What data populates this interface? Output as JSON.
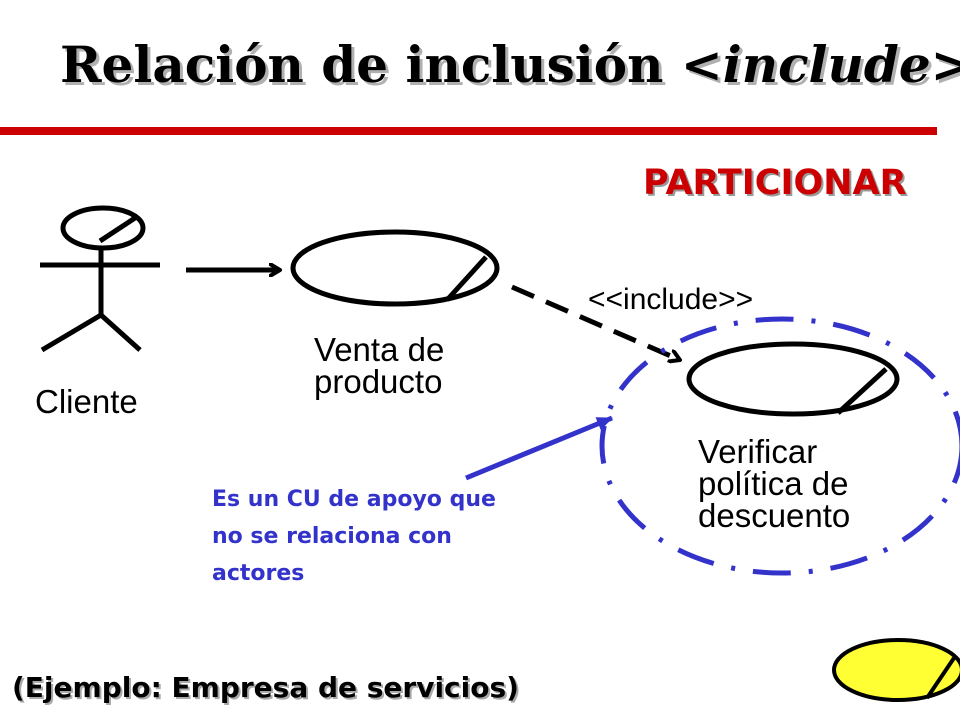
{
  "title": {
    "prefix": "Relación de inclusión ",
    "keyword": "<include>",
    "suffix": "."
  },
  "partition_label": "PARTICIONAR",
  "actor": {
    "label": "Cliente"
  },
  "use_cases": {
    "sale": {
      "line1": "Venta de",
      "line2": "producto"
    },
    "verify": {
      "line1": "Verificar",
      "line2": "política de",
      "line3": "descuento"
    }
  },
  "relation_label": "<<include>>",
  "note": {
    "line1": "Es un CU de apoyo que",
    "line2": "no se relaciona con",
    "line3": "actores"
  },
  "footer": "(Ejemplo: Empresa de servicios)",
  "colors": {
    "title_rule": "#cc0000",
    "partition": "#cc0000",
    "note": "#3333cc",
    "boundary": "#3333cc",
    "legend_fill": "#ffff33"
  }
}
